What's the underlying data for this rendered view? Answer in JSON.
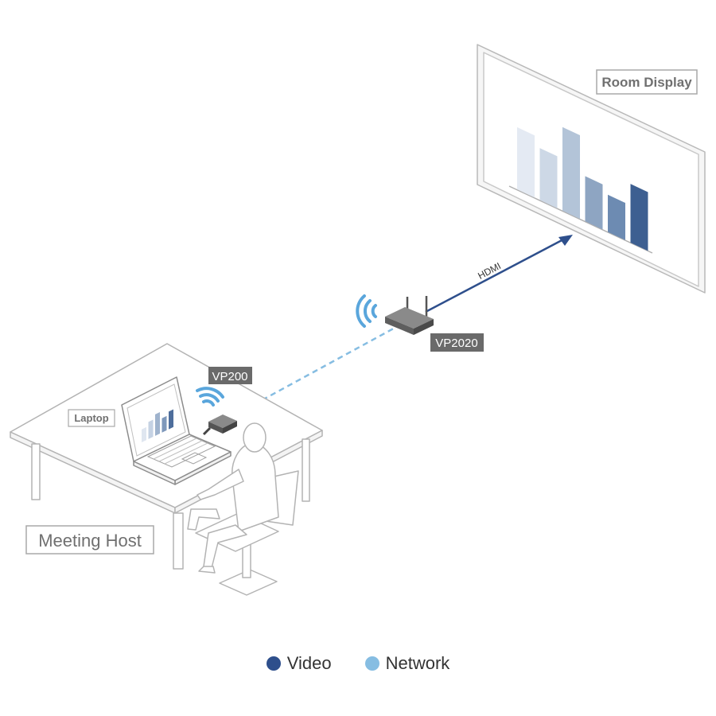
{
  "labels": {
    "room_display": "Room Display",
    "laptop": "Laptop",
    "meeting_host": "Meeting Host",
    "vp200": "VP200",
    "vp2020": "VP2020",
    "hdmi": "HDMI"
  },
  "legend": [
    {
      "label": "Video",
      "color": "#2e4f8c"
    },
    {
      "label": "Network",
      "color": "#86bde2"
    }
  ],
  "colors": {
    "video": "#2e4f8c",
    "network": "#86bde2",
    "wifi": "#5aa6dc",
    "device": "#6a6a6a"
  },
  "display_bars": [
    {
      "level": 0.55,
      "color": "#e4eaf3"
    },
    {
      "level": 0.46,
      "color": "#cdd8e6"
    },
    {
      "level": 0.74,
      "color": "#b3c4d8"
    },
    {
      "level": 0.4,
      "color": "#8ea5c2"
    },
    {
      "level": 0.33,
      "color": "#6d8bb2"
    },
    {
      "level": 0.52,
      "color": "#3d5f91"
    }
  ],
  "laptop_bars": [
    {
      "level": 0.45,
      "color": "#dfe6f0"
    },
    {
      "level": 0.6,
      "color": "#c5d2e3"
    },
    {
      "level": 0.75,
      "color": "#9fb3cd"
    },
    {
      "level": 0.5,
      "color": "#7e98bb"
    },
    {
      "level": 0.62,
      "color": "#4e6e9c"
    }
  ]
}
